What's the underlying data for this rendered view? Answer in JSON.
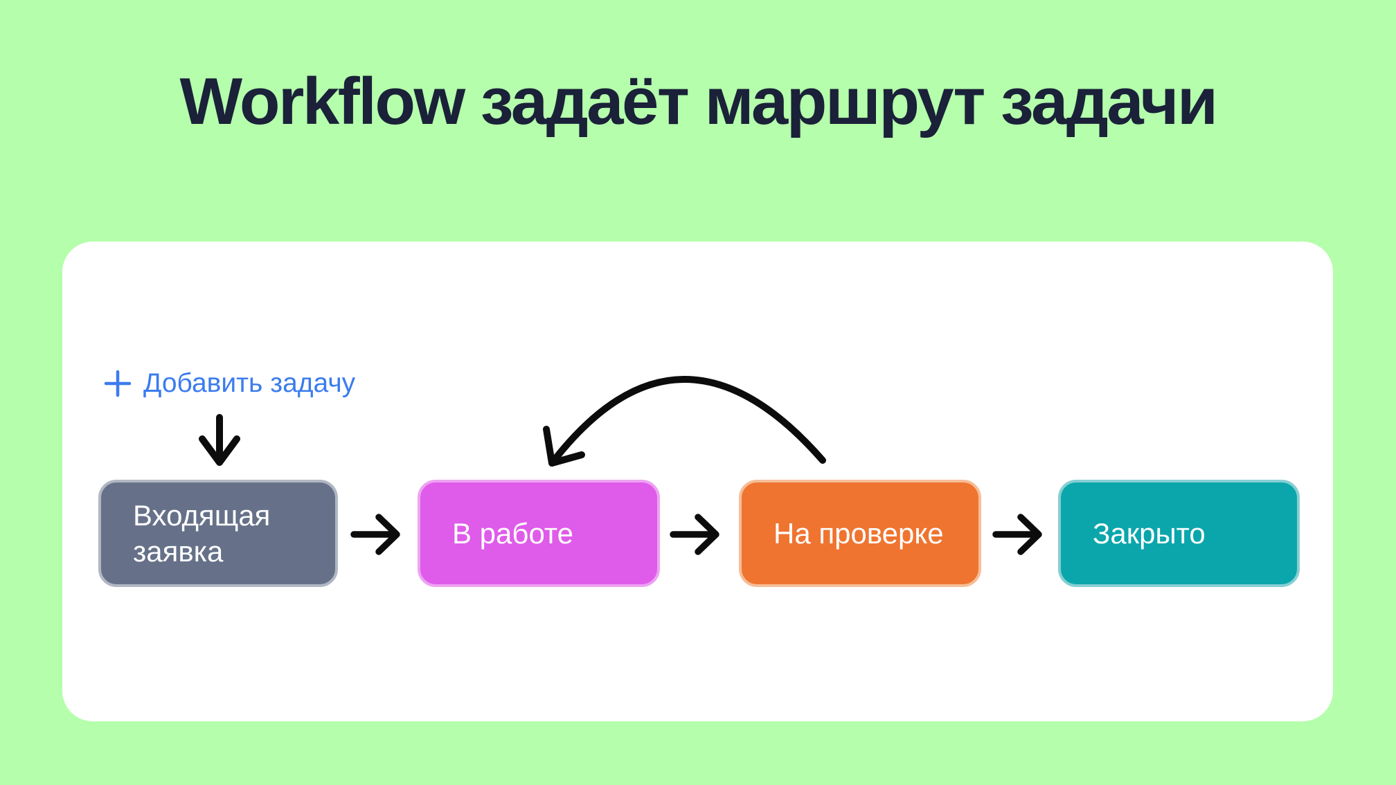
{
  "header": {
    "title": "Workflow задаёт маршрут задачи"
  },
  "add_task": {
    "label": "Добавить задачу",
    "plus_icon": "plus",
    "color": "#3B7CEE"
  },
  "workflow": {
    "stages": [
      {
        "id": "incoming-request",
        "label": "Входящая заявка",
        "fill": "#667189",
        "border": "#B1B7C3",
        "text_color": "#FFFFFF"
      },
      {
        "id": "in-progress",
        "label": "В работе",
        "fill": "#DF5BEA",
        "border": "#EDA3F2",
        "text_color": "#FFFFFF"
      },
      {
        "id": "on-review",
        "label": "На проверке",
        "fill": "#EF7430",
        "border": "#F6BE98",
        "text_color": "#FFFFFF"
      },
      {
        "id": "closed",
        "label": "Закрыто",
        "fill": "#0AA6AC",
        "border": "#86CFD3",
        "text_color": "#FFFFFF"
      }
    ],
    "connections": [
      "add-task -> incoming-request",
      "incoming-request -> in-progress",
      "in-progress -> on-review",
      "on-review -> closed",
      "on-review -> in-progress (return arc)"
    ]
  },
  "colors": {
    "background": "#B5FEAC",
    "card": "#FFFFFF",
    "title": "#1A2138",
    "arrows": "#0C0C0C"
  }
}
